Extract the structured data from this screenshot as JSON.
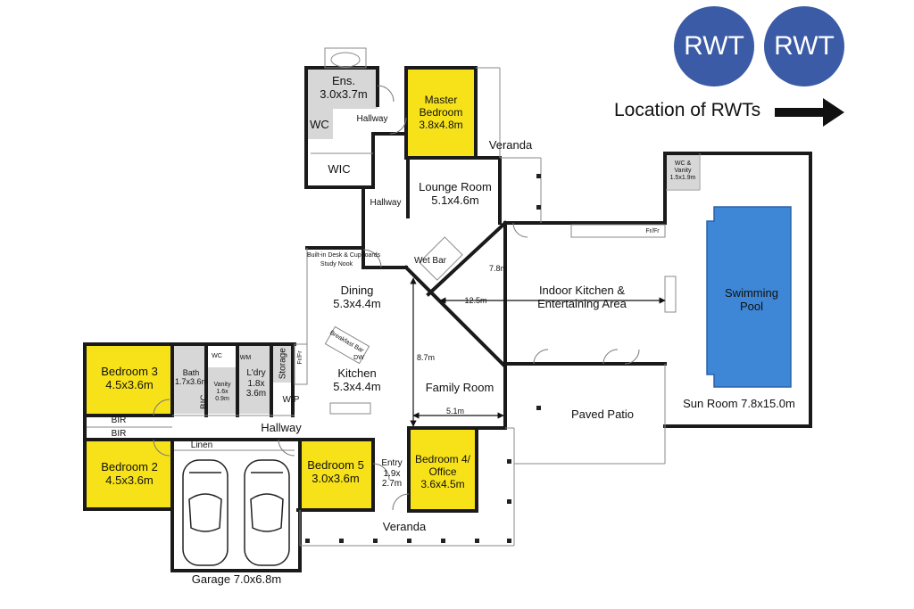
{
  "rwt": {
    "label": "RWT",
    "color": "#3b5ba6"
  },
  "legend": {
    "text": "Location of RWTs"
  },
  "colors": {
    "highlight_room": "#f7e21a",
    "pool": "#3e86d6",
    "wall": "#1a1a1a",
    "wet_area": "#d7d7d7"
  },
  "rooms": {
    "ensuite": {
      "name": "Ens.",
      "size": "3.0x3.7m"
    },
    "master": {
      "name_line1": "Master",
      "name_line2": "Bedroom",
      "size": "3.8x4.8m"
    },
    "wc_top": {
      "name": "WC"
    },
    "wic": {
      "name": "WIC"
    },
    "hallway_top": {
      "name": "Hallway"
    },
    "veranda_top": {
      "name": "Veranda"
    },
    "lounge": {
      "name": "Lounge Room",
      "size": "5.1x4.6m"
    },
    "hallway_mid": {
      "name": "Hallway"
    },
    "wc_vanity": {
      "line1": "WC &",
      "line2": "Vanity",
      "line3": "1.5x1.9m"
    },
    "fridge": {
      "name": "Fr/Fr"
    },
    "desk": {
      "name": "Built-in Desk & Cupboards"
    },
    "study": {
      "name": "Study Nook"
    },
    "wetbar": {
      "name": "Wet Bar"
    },
    "dining": {
      "name": "Dining",
      "size": "5.3x4.4m"
    },
    "kitchen_indoor": {
      "name_line1": "Indoor Kitchen &",
      "name_line2": "Entertaining Area"
    },
    "pool": {
      "name_line1": "Swimming",
      "name_line2": "Pool"
    },
    "bedroom3": {
      "name": "Bedroom 3",
      "size": "4.5x3.6m"
    },
    "bath": {
      "name": "Bath",
      "size": "1.7x3.6m"
    },
    "wc_mid": {
      "name": "WC"
    },
    "wm": {
      "name": "WM"
    },
    "vanity": {
      "line1": "Vanity",
      "line2": "1.6x",
      "line3": "0.9m"
    },
    "laundry": {
      "name": "L'dry",
      "line2": "1.8x",
      "line3": "3.6m"
    },
    "storage": {
      "name": "Storage"
    },
    "fr_small": {
      "name": "Fr/Fr"
    },
    "kitchen": {
      "name": "Kitchen",
      "size": "5.3x4.4m"
    },
    "breakfast": {
      "name": "Breakfast Bar"
    },
    "dw": {
      "name": "DW"
    },
    "bic": {
      "name": "BIC"
    },
    "wip": {
      "name": "WIP"
    },
    "family": {
      "name": "Family Room"
    },
    "patio": {
      "name": "Paved Patio"
    },
    "sunroom": {
      "name": "Sun Room 7.8x15.0m"
    },
    "bir1": {
      "name": "BIR"
    },
    "bir2": {
      "name": "BIR"
    },
    "hallway_low": {
      "name": "Hallway"
    },
    "linen": {
      "name": "Linen"
    },
    "bedroom2": {
      "name": "Bedroom 2",
      "size": "4.5x3.6m"
    },
    "bedroom5": {
      "name": "Bedroom 5",
      "size": "3.0x3.6m"
    },
    "entry": {
      "name": "Entry",
      "size_line1": "1.9x",
      "size_line2": "2.7m"
    },
    "bedroom4": {
      "name_line1": "Bedroom 4/",
      "name_line2": "Office",
      "size": "3.6x4.5m"
    },
    "veranda_bottom": {
      "name": "Veranda"
    },
    "garage": {
      "name": "Garage 7.0x6.8m"
    }
  },
  "dimensions": {
    "d78": "7.8m",
    "d125": "12.5m",
    "d87": "8.7m",
    "d51": "5.1m"
  }
}
